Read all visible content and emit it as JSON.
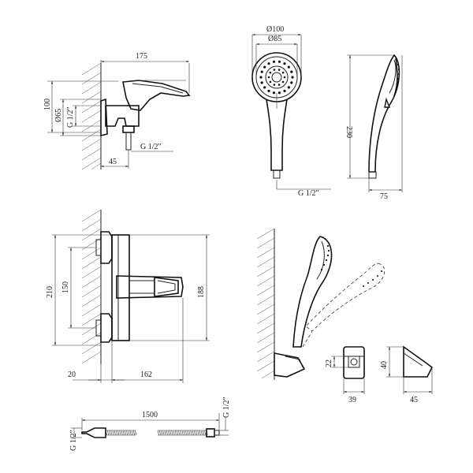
{
  "views": {
    "mixer_side": {
      "length": "175",
      "height": "100",
      "diameter": "Ø65",
      "thread_wall": "G 1/2\"",
      "thread_outlet": "G 1/2\"",
      "depth": "45"
    },
    "shower_head_front": {
      "outer_diameter": "Ø100",
      "face_diameter": "Ø85",
      "thread": "G 1/2\""
    },
    "shower_head_side": {
      "length": "230",
      "width": "75"
    },
    "mixer_front": {
      "overall_height": "210",
      "centers": "150",
      "body_height": "188",
      "offset": "20",
      "width": "162"
    },
    "holder": {
      "height_front": "22",
      "width_front": "39",
      "height_side": "40",
      "depth_side": "45"
    },
    "hose": {
      "length": "1500",
      "thread_left": "G 1/2\"",
      "thread_right": "G 1/2\""
    }
  }
}
